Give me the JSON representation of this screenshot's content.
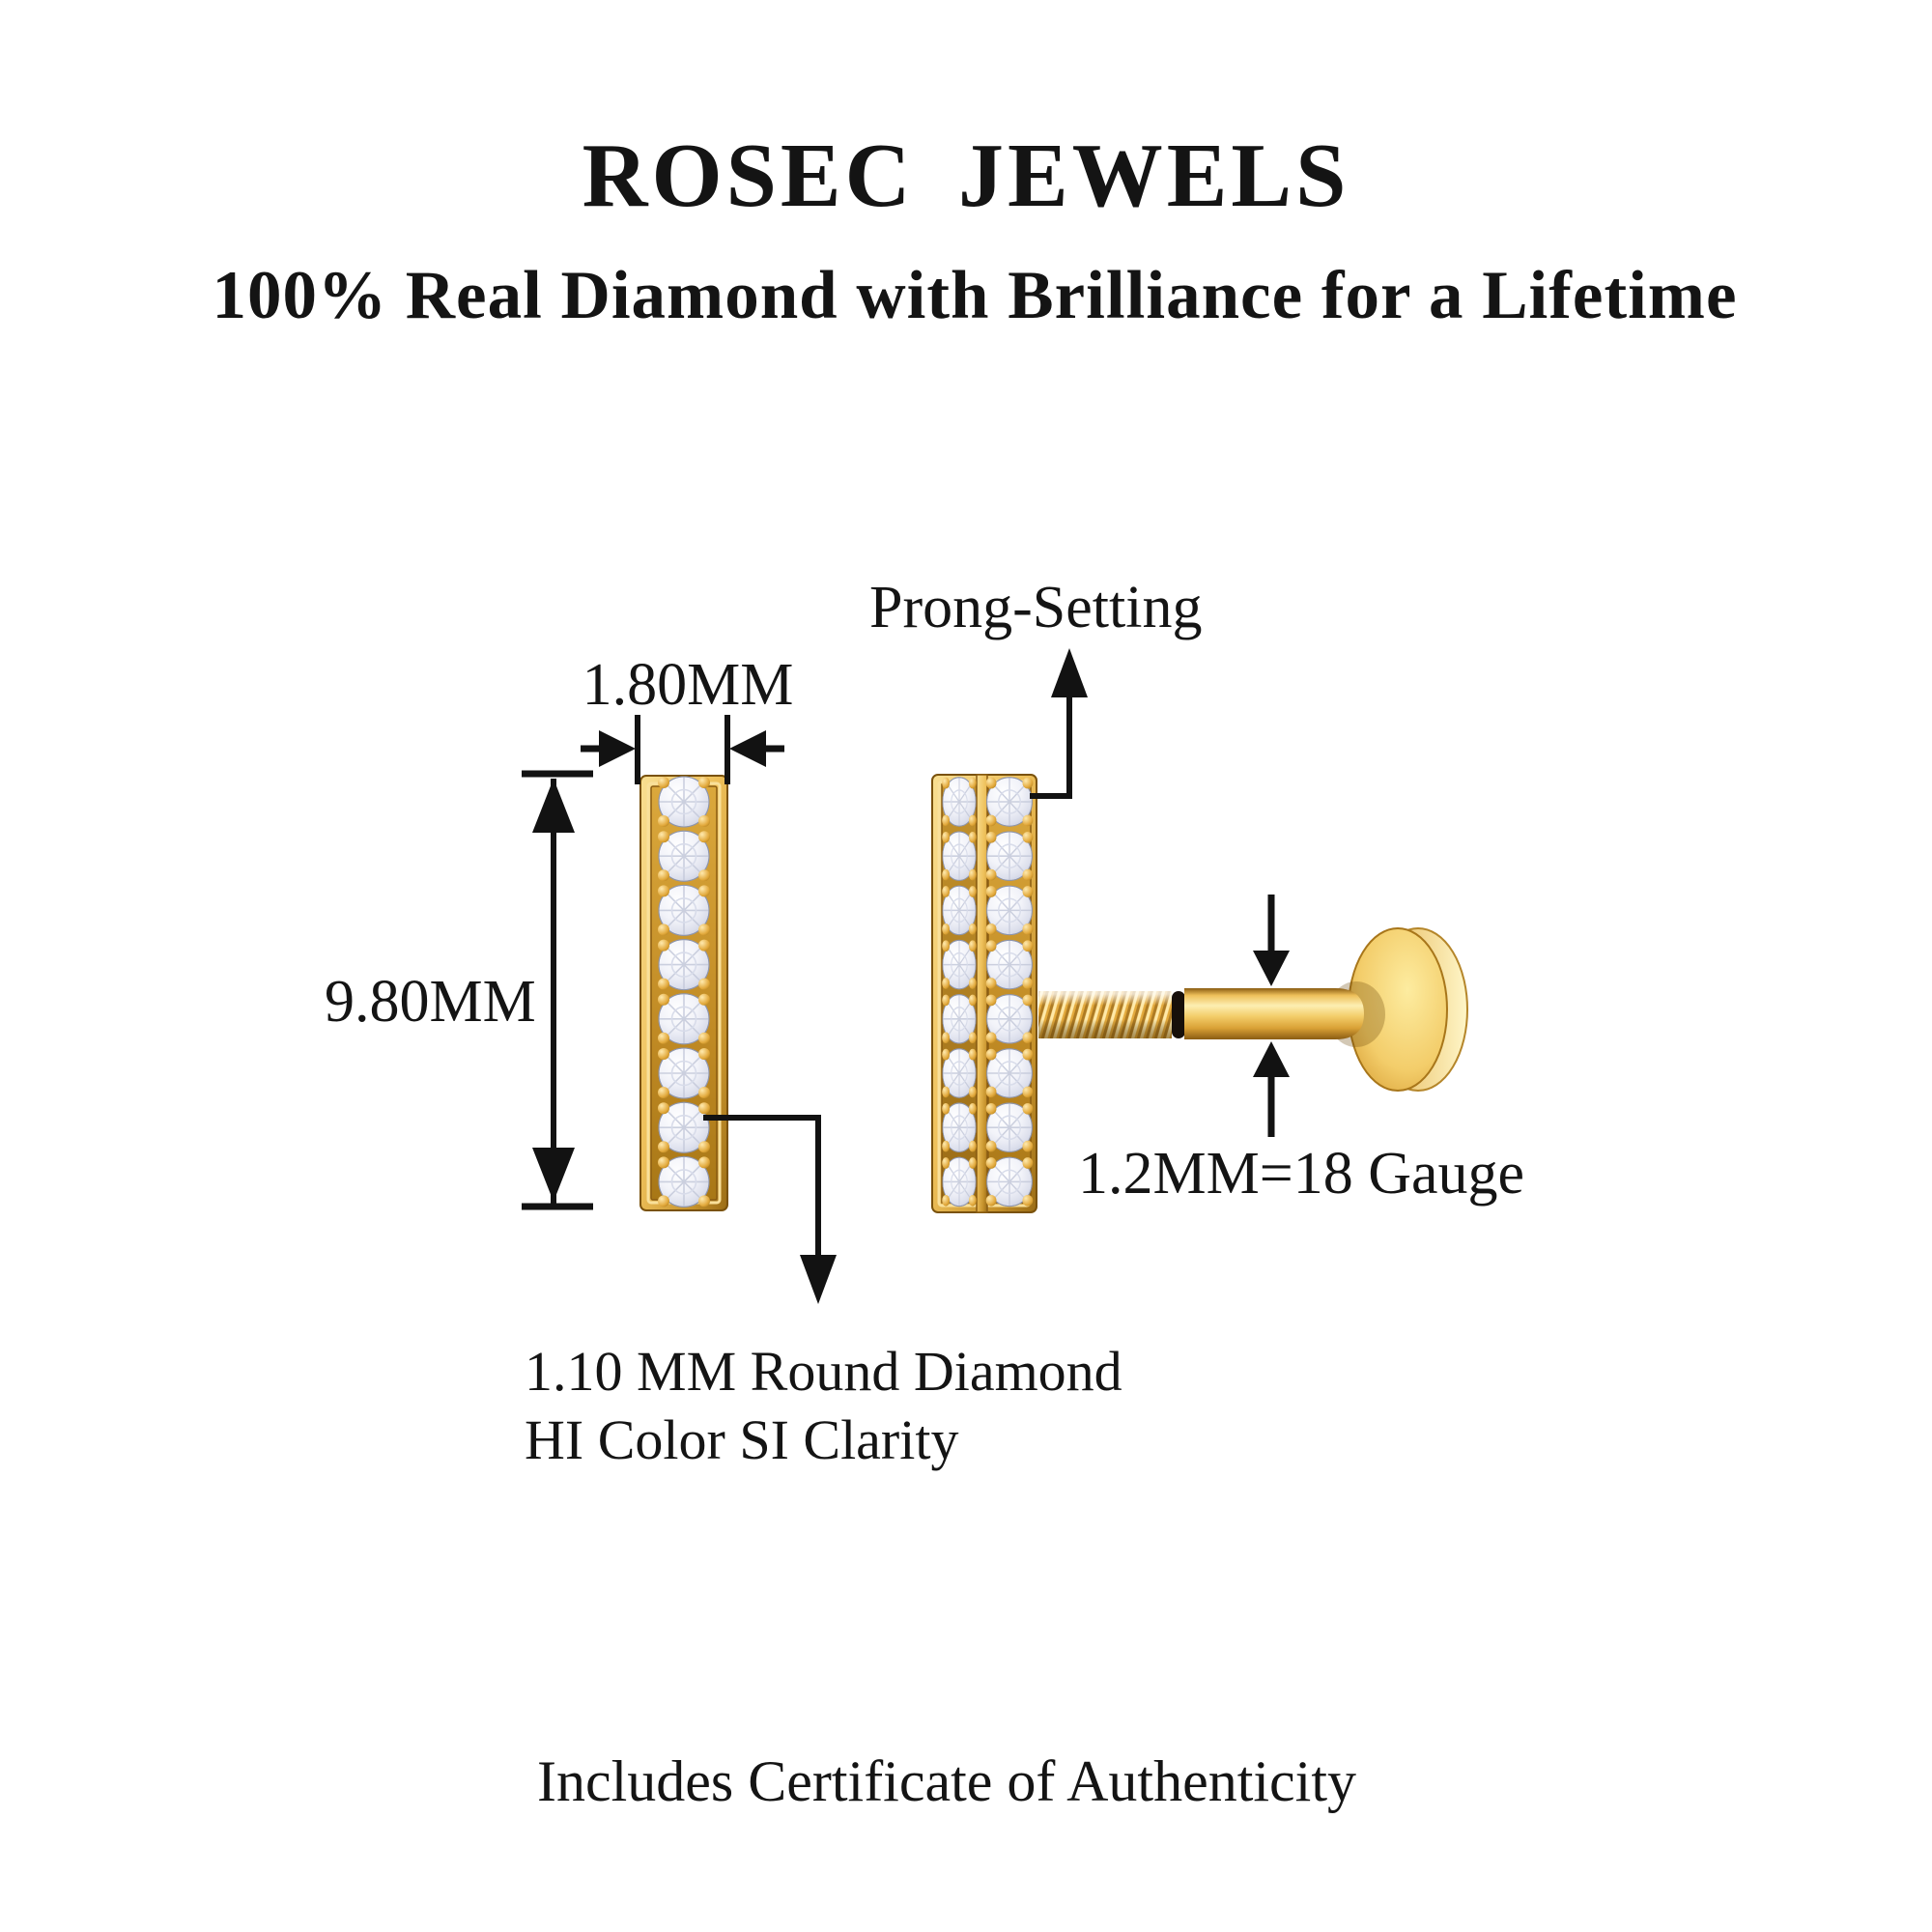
{
  "header": {
    "brand": "ROSEC JEWELS",
    "tagline": "100% Real Diamond with Brilliance for a Lifetime"
  },
  "annotations": {
    "prong_setting": "Prong-Setting",
    "bar_width": "1.80MM",
    "bar_height": "9.80MM",
    "post_gauge": "1.2MM=18 Gauge",
    "diamond_spec_line1": "1.10 MM Round Diamond",
    "diamond_spec_line2": "HI Color SI Clarity"
  },
  "footer": {
    "certificate_note": "Includes Certificate of Authenticity"
  },
  "diagram": {
    "left_bar": {
      "diamond_rows": 8,
      "columns": 1
    },
    "right_bar": {
      "diamond_rows": 8,
      "columns": 2
    },
    "colors": {
      "gold": "#eec05a",
      "gold_light": "#fdeeb2",
      "gold_dark": "#9a6c15",
      "diamond": "#eef0f7",
      "annotation_line": "#121212",
      "background": "#ffffff"
    }
  }
}
